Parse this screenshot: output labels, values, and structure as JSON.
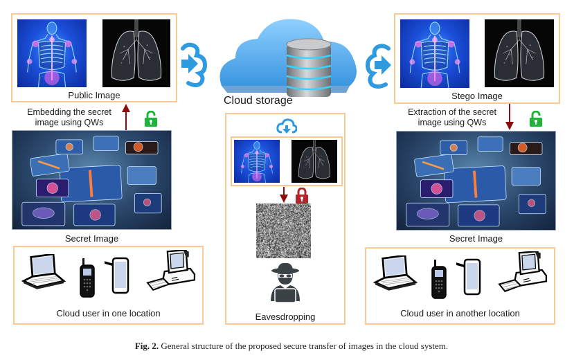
{
  "figure": {
    "caption_label": "Fig. 2.",
    "caption_text": " General structure of the proposed secure transfer of images in the cloud system."
  },
  "left": {
    "public_box_label": "Public Image",
    "embedding_label_line1": "Embedding the secret",
    "embedding_label_line2": "image using QWs",
    "secret_label": "Secret Image",
    "user_box_label": "Cloud user in one location"
  },
  "center": {
    "cloud_label": "Cloud storage",
    "eavesdrop_label": "Eavesdropping"
  },
  "right": {
    "stego_box_label": "Stego Image",
    "extraction_label_line1": "Extraction of the secret",
    "extraction_label_line2": "image using QWs",
    "secret_label": "Secret Image",
    "user_box_label": "Cloud user in another location"
  },
  "colors": {
    "box_border": "#fbc996",
    "arrow": "#8b0d0d",
    "unlock_green": "#1fb53a",
    "lock_red": "#b5232b",
    "cloud_blue": "#2e9be0",
    "eavesdropper": "#3a4246"
  },
  "icons": {
    "upload": "cloud-upload-icon",
    "download": "cloud-download-icon",
    "unlock": "unlock-icon",
    "lock": "lock-icon",
    "spy": "spy-icon",
    "devices": [
      "laptop-icon",
      "cellphone-icon",
      "tablet-icon",
      "desktop-computer-icon"
    ]
  }
}
